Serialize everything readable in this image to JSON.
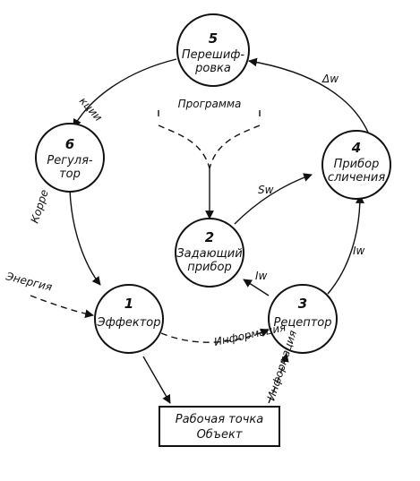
{
  "nodes": {
    "effector": {
      "number": "1",
      "label_lines": [
        "Эффектор"
      ]
    },
    "setter": {
      "number": "2",
      "label_lines": [
        "Задающий",
        "прибор"
      ]
    },
    "receptor": {
      "number": "3",
      "label_lines": [
        "Рецептор"
      ]
    },
    "comparator": {
      "number": "4",
      "label_lines": [
        "Прибор",
        "сличения"
      ]
    },
    "recoder": {
      "number": "5",
      "label_lines": [
        "Перешиф-",
        "ровка"
      ]
    },
    "regulator": {
      "number": "6",
      "label_lines": [
        "Регуля-",
        "тор"
      ]
    }
  },
  "object_box": {
    "lines": [
      "Рабочая точка",
      "Объект"
    ]
  },
  "edge_labels": {
    "correction_start": "Корре",
    "correction_end": "кции",
    "energy": "Энергия",
    "program": "Программа",
    "information": "Информация",
    "information_vertical": "Информация",
    "sw": "Sw",
    "iw_to_setter": "Iw",
    "iw_to_comparator": "Iw",
    "delta_w": "Δw"
  }
}
